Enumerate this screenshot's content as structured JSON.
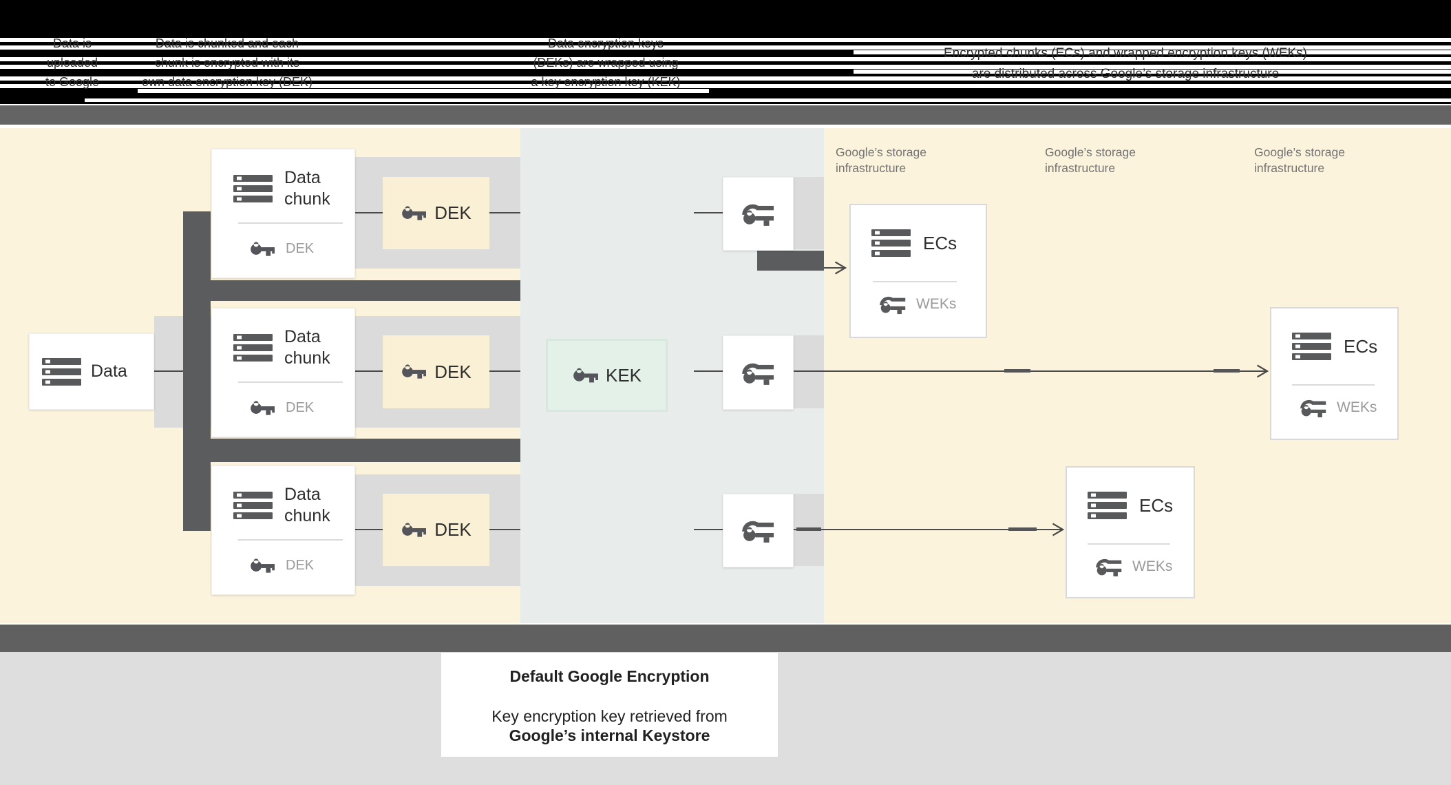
{
  "header": {
    "columns": [
      {
        "lines": [
          "Data is",
          "uploaded",
          "to Google"
        ]
      },
      {
        "lines": [
          "Data is chunked and each",
          "chunk is encrypted with its",
          "own data encryption key (DEK)"
        ]
      },
      {
        "lines": [
          "Data encryption keys",
          "(DEKs) are wrapped using",
          "a key encryption key (KEK)"
        ]
      },
      {
        "lines": [
          "Encrypted chunks (ECs) and wrapped encryption keys (WEKs)",
          "are distributed across Google’s storage infrastructure"
        ]
      }
    ]
  },
  "diagram": {
    "data_box": {
      "label": "Data"
    },
    "chunk_boxes": [
      {
        "title_lines": [
          "Data",
          "chunk"
        ],
        "key_label": "DEK"
      },
      {
        "title_lines": [
          "Data",
          "chunk"
        ],
        "key_label": "DEK"
      },
      {
        "title_lines": [
          "Data",
          "chunk"
        ],
        "key_label": "DEK"
      }
    ],
    "dek_boxes": [
      {
        "label": "DEK"
      },
      {
        "label": "DEK"
      },
      {
        "label": "DEK"
      }
    ],
    "kek_box": {
      "label": "KEK"
    },
    "storage_labels": [
      {
        "lines": [
          "Google’s storage",
          "infrastructure"
        ]
      },
      {
        "lines": [
          "Google’s storage",
          "infrastructure"
        ]
      },
      {
        "lines": [
          "Google’s storage",
          "infrastructure"
        ]
      }
    ],
    "ec_boxes": [
      {
        "title": "ECs",
        "key_label": "WEKs"
      },
      {
        "title": "ECs",
        "key_label": "WEKs"
      },
      {
        "title": "ECs",
        "key_label": "WEKs"
      }
    ]
  },
  "caption": {
    "title": "Default Google Encryption",
    "subtitle_line1": "Key encryption key retrieved from",
    "subtitle_line2": "Google’s internal Keystore"
  },
  "colors": {
    "panel_yellow": "#FBF3DC",
    "panel_gray": "#E8ECEA",
    "band_gray": "#DBDBDB",
    "dark_gray": "#5B5C5E",
    "bar_gray": "#646464",
    "mint": "#E3F1E9",
    "cream": "#FAF0D5",
    "footer_gray": "#DEDEDE"
  }
}
